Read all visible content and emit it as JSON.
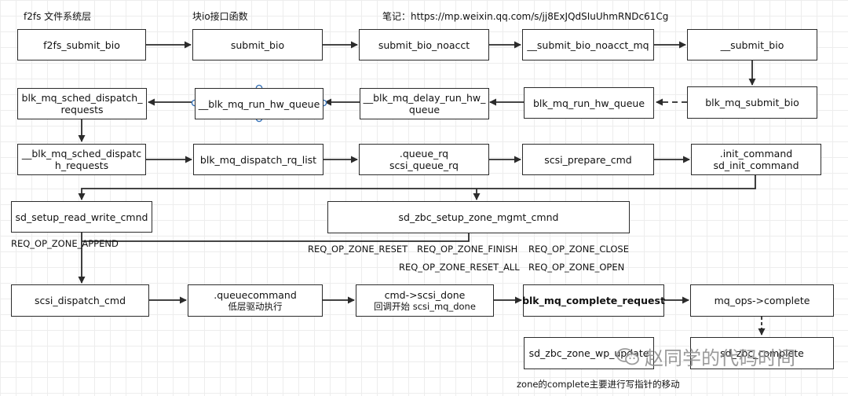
{
  "headers": {
    "f2fs": "f2fs 文件系统层",
    "blockio": "块io接口函数",
    "note": "笔记：https://mp.weixin.qq.com/s/jj8ExJQdSIuUhmRNDc61Cg"
  },
  "boxes": {
    "f2fs_submit_bio": "f2fs_submit_bio",
    "submit_bio": "submit_bio",
    "submit_bio_noacct": "submit_bio_noacct",
    "submit_bio_noacct_mq": "__submit_bio_noacct_mq",
    "submit_bio_inner": "__submit_bio",
    "blk_mq_submit_bio": "blk_mq_submit_bio",
    "blk_mq_run_hw_queue": "blk_mq_run_hw_queue",
    "blk_mq_delay_run_hw_queue": [
      "__blk_mq_delay_run_hw_",
      "queue"
    ],
    "blk_mq_run_hw_queue_inner": "__blk_mq_run_hw_queue",
    "blk_mq_sched_dispatch_requests": [
      "blk_mq_sched_dispatch_",
      "requests"
    ],
    "blk_mq_sched_dispatch_requests_inner": [
      "__blk_mq_sched_dispatc",
      "h_requests"
    ],
    "blk_mq_dispatch_rq_list": "blk_mq_dispatch_rq_list",
    "queue_rq": [
      ".queue_rq",
      "scsi_queue_rq"
    ],
    "scsi_prepare_cmd": "scsi_prepare_cmd",
    "init_command": [
      ".init_command",
      "sd_init_command"
    ],
    "sd_setup_read_write_cmnd": "sd_setup_read_write_cmnd",
    "sd_zbc_setup_zone_mgmt_cmnd": "sd_zbc_setup_zone_mgmt_cmnd",
    "scsi_dispatch_cmd": "scsi_dispatch_cmd",
    "queuecommand": [
      ".queuecommand",
      "低层驱动执行"
    ],
    "scsi_done": [
      "cmd->scsi_done",
      "回调开始 scsi_mq_done"
    ],
    "blk_mq_complete_request": "blk_mq_complete_request",
    "mq_ops_complete": "mq_ops->complete",
    "sd_zbc_zone_wp_update": "sd_zbc_zone_wp_update",
    "sd_zbc_complete": "sd_zbc_complete"
  },
  "labels": {
    "req_op_zone_append": "REQ_OP_ZONE_APPEND",
    "req_op_zone_reset": "REQ_OP_ZONE_RESET",
    "req_op_zone_finish": "REQ_OP_ZONE_FINISH",
    "req_op_zone_close": "REQ_OP_ZONE_CLOSE",
    "req_op_zone_reset_all": "REQ_OP_ZONE_RESET_ALL",
    "req_op_zone_open": "REQ_OP_ZONE_OPEN",
    "zone_complete_note": "zone的complete主要进行写指针的移动"
  },
  "watermark": {
    "text": "赵同学的代码时间",
    "icon": "wechat-icon"
  },
  "colors": {
    "line": "#2b2b2b",
    "handle": "#3a74b8"
  }
}
